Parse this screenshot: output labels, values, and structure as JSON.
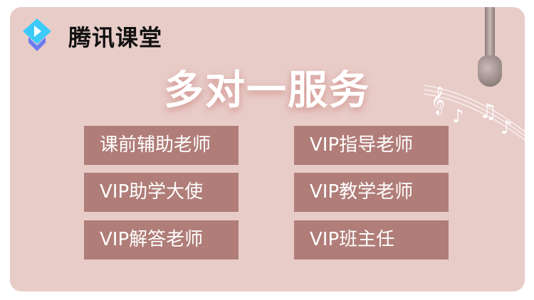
{
  "brand": {
    "name": "腾讯课堂",
    "logo_icon": "tencent-classroom-logo"
  },
  "headline": "多对一服务",
  "services": [
    {
      "label": "课前辅助老师"
    },
    {
      "label": "VIP指导老师"
    },
    {
      "label": "VIP助学大使"
    },
    {
      "label": "VIP教学老师"
    },
    {
      "label": "VIP解答老师"
    },
    {
      "label": "VIP班主任"
    }
  ],
  "colors": {
    "background": "#e8ccc8",
    "button": "#b07d78",
    "logo_top": "#3ccbf9",
    "logo_bottom": "#6c7cf0"
  }
}
